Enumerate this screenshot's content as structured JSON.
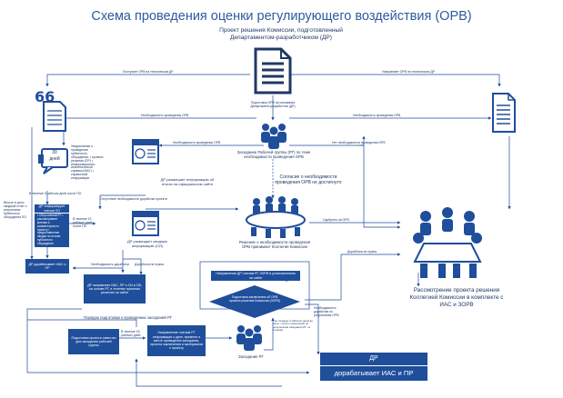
{
  "title": "Схема проведения оценки регулирующего воздействия (ОРВ)",
  "subtitle": "Проект решения Комиссии, подготовленный Департаментом-разработчиком (ДР)",
  "labels": {
    "top_left_arrow": "Поступает ОРВ на техническом ДР",
    "top_right_arrow": "Направляет ОРВ на техническом ДР",
    "doc_under": "Подготовка ОРВ на основании Департамент-разработчик (ДР)",
    "need_left": "Необходимость проведения ОРВ",
    "need_right": "Необходимость проведения ОРВ",
    "no_need_left": "Необходимость проведения ОРВ",
    "no_need_right": "Нет необходимости проведения ОРВ",
    "wg_meeting": "Заседание Рабочей группы (РГ) по теме необходимости проведения ОРВ",
    "agree": "Согласие о необходимости проведения ОРВ не достигнуто",
    "decision": "Решение о необходимости проведения ОРВ принимает Коллегия Комиссии",
    "adopted": "Одобрено на ОРВ",
    "left_notice": "Уведомление о проведении публичного обсуждения: • проекта решения (ПР) • информационно-аналитической справки (ИАС) • справочной информации",
    "days_num": "30",
    "days_word": "дней",
    "within_5": "В течение 5 рабочих дней после ПО",
    "side_text": "Вносит в дело сводный отчет о результатах публичного обсуждения ПО",
    "dr_info_title": "ДР информирует членов ПО",
    "dr_info_body": "• Сбор мнений РГ • рассматривает мнения и комментарии по проекту • предоставление сводки по итогам публичного обсуждения",
    "within_10": "В течение 10 рабочих дней после ПО",
    "dr_posts_site": "ДР размещает информацию об итогах на официальном сайте",
    "dr_sent_remarks": "Отсутствие необходимости доработки проекта",
    "dr_posts_si": "ДР размещает сводную информацию (СИ)",
    "dr_revises_ias": "ДР дорабатывает ИАС и ПР",
    "need_revision": "Необходимость доработки",
    "revision_ok": "Доработка не нужна",
    "dr_send_box": "ДР направляет ИАС, ПР и СИ в ОБ; на основе РГ, в течение принятия решения на сайте",
    "meeting_order": "Порядок подготовки к проведению заседаний РГ",
    "prep_meeting": "Подготовка проекта повестки дня заседания рабочей группы",
    "within_15": "В течение 15 рабочих дней",
    "send_materials": "Направление членам РГ информации о дате, времени и месте проведения заседания, проекта заключения и материалов к проекту",
    "wg_meeting2": "Заседание РГ",
    "send_summary": "Направление ДР членам РГ ЗОРВ в установленном на сайте",
    "prep_zorv": "Подготовка заключения об ОРВ проекта решения Комиссии (ЗОРВ)",
    "small_notes": "• не позднее 2 рабочих дней до даты • после подписания по результатам заседания РГ • в течение",
    "need_result": "Необходимость доработки по результатам ОРВ",
    "dr_revision_to": "Доработка не нужна",
    "review": "Рассмотрение проекта решения Коллегией Комиссии в комплекте с ИАС и ЗОРВ",
    "dr_box_title": "ДР",
    "dr_box_body": "дорабатывает ИАС и ПР"
  },
  "colors": {
    "primary": "#1f4e9b",
    "line": "#1f4e9b",
    "text": "#1f3864",
    "title": "#2e5a9e"
  }
}
